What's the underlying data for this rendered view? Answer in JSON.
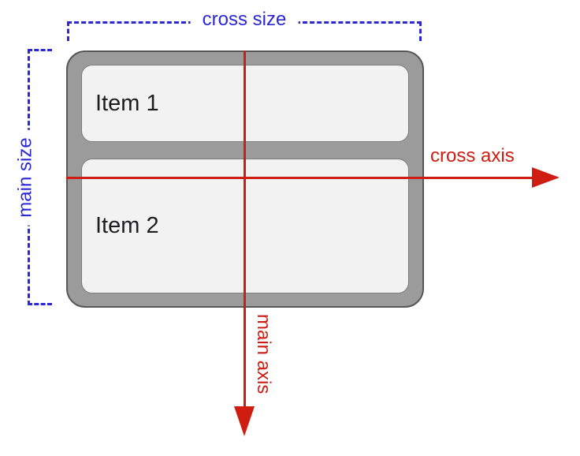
{
  "labels": {
    "cross_size": "cross size",
    "main_size": "main size",
    "cross_axis": "cross axis",
    "main_axis": "main axis"
  },
  "container": {
    "items": [
      {
        "label": "Item 1"
      },
      {
        "label": "Item 2"
      }
    ]
  },
  "colors": {
    "blue": "#2b27d5",
    "red": "#d01d12",
    "container_fill": "#9b9b9b",
    "container_border": "#575757",
    "item_fill": "#f2f2f2",
    "item_border": "#7d7d7d",
    "item_text": "#1d1d1f",
    "background": "#ffffff"
  }
}
